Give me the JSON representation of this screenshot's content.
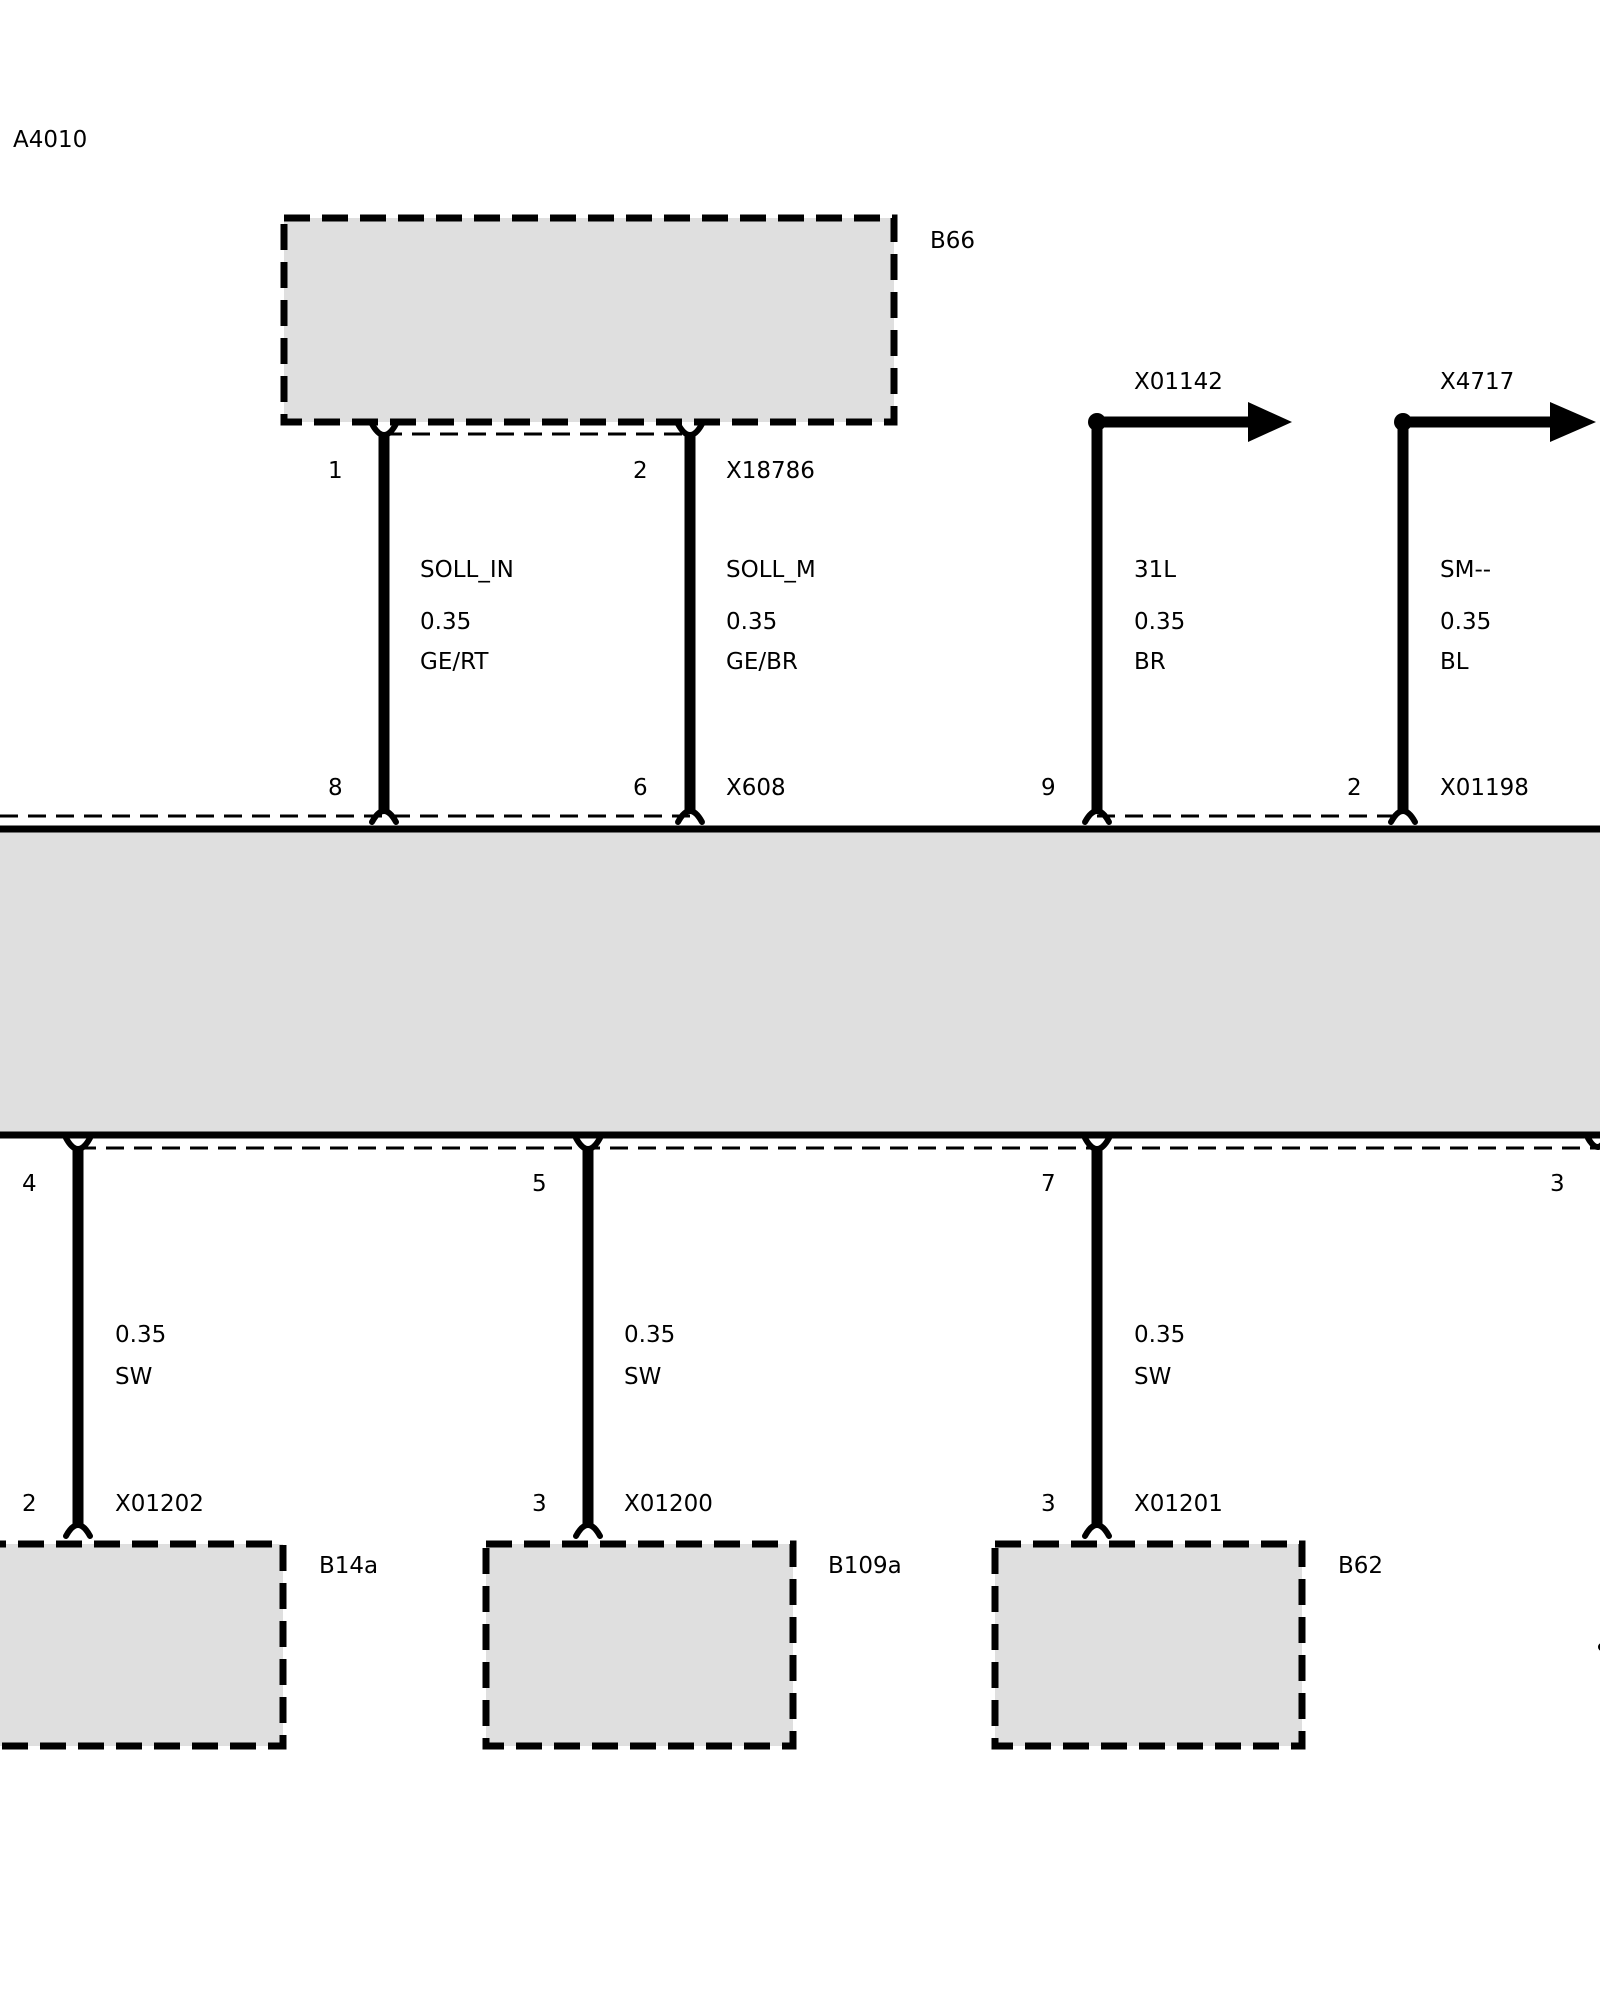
{
  "diagram_id": "A4010",
  "top_component": {
    "id": "B66",
    "connector": "X18786",
    "pins": [
      "1",
      "2"
    ]
  },
  "module_connector_top": "X608",
  "module_connector_top_right": "X01198",
  "upper_wires": [
    {
      "signal": "SOLL_IN",
      "gauge": "0.35",
      "color": "GE/RT",
      "from_pin": "1",
      "to_pin": "8"
    },
    {
      "signal": "SOLL_M",
      "gauge": "0.35",
      "color": "GE/BR",
      "from_pin": "2",
      "to_pin": "6"
    },
    {
      "signal": "31L",
      "gauge": "0.35",
      "color": "BR",
      "ref": "X01142",
      "to_pin": "9"
    },
    {
      "signal": "SM--",
      "gauge": "0.35",
      "color": "BL",
      "ref": "X4717",
      "to_pin": "2"
    }
  ],
  "lower_wires": [
    {
      "module_pin": "4",
      "gauge": "0.35",
      "color": "SW",
      "comp_pin": "2",
      "connector": "X01202",
      "component": "B14a"
    },
    {
      "module_pin": "5",
      "gauge": "0.35",
      "color": "SW",
      "comp_pin": "3",
      "connector": "X01200",
      "component": "B109a"
    },
    {
      "module_pin": "7",
      "gauge": "0.35",
      "color": "SW",
      "comp_pin": "3",
      "connector": "X01201",
      "component": "B62"
    }
  ],
  "extra_pin": "3"
}
